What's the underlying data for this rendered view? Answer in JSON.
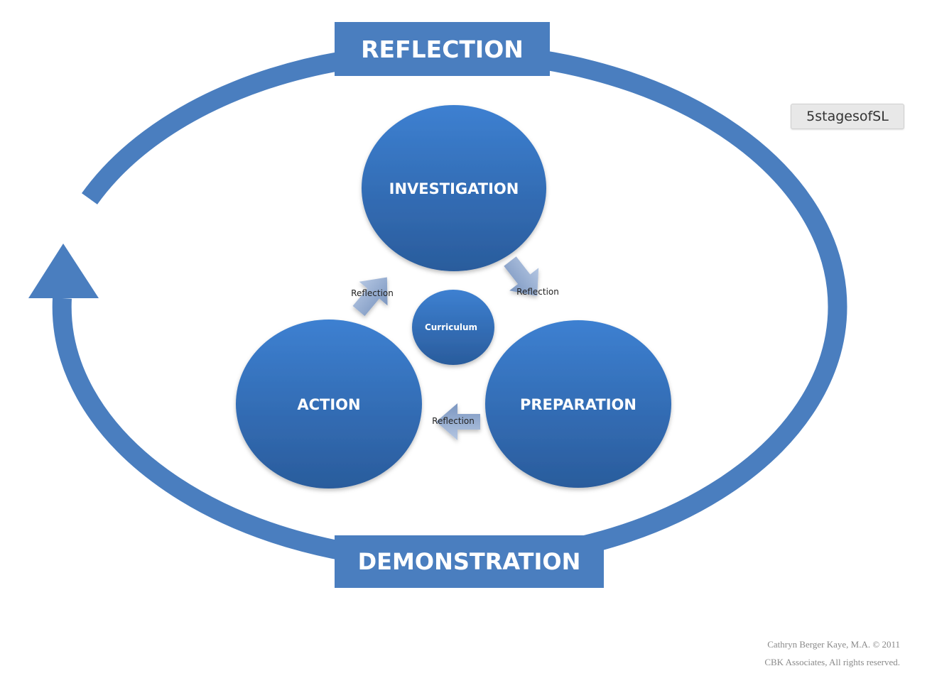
{
  "diagram": {
    "outer_cycle": {
      "top_label": "REFLECTION",
      "bottom_label": "DEMONSTRATION"
    },
    "stages": [
      {
        "id": "investigation",
        "label": "INVESTIGATION"
      },
      {
        "id": "preparation",
        "label": "PREPARATION"
      },
      {
        "id": "action",
        "label": "ACTION"
      }
    ],
    "center_label": "Curriculum",
    "transition_label": "Reflection",
    "transitions": [
      {
        "from": "action",
        "to": "investigation",
        "label": "Reflection"
      },
      {
        "from": "investigation",
        "to": "preparation",
        "label": "Reflection"
      },
      {
        "from": "preparation",
        "to": "action",
        "label": "Reflection"
      }
    ]
  },
  "tag": {
    "label": "5stagesofSL"
  },
  "credits": {
    "line1": "Cathryn Berger Kaye, M.A. © 2011",
    "line2": "CBK Associates, All rights reserved."
  },
  "colors": {
    "ring": "#4a7ebf",
    "circle_top": "#3b7fd0",
    "circle_bottom": "#2b5e9e",
    "arrow": "#8ea8cf"
  }
}
